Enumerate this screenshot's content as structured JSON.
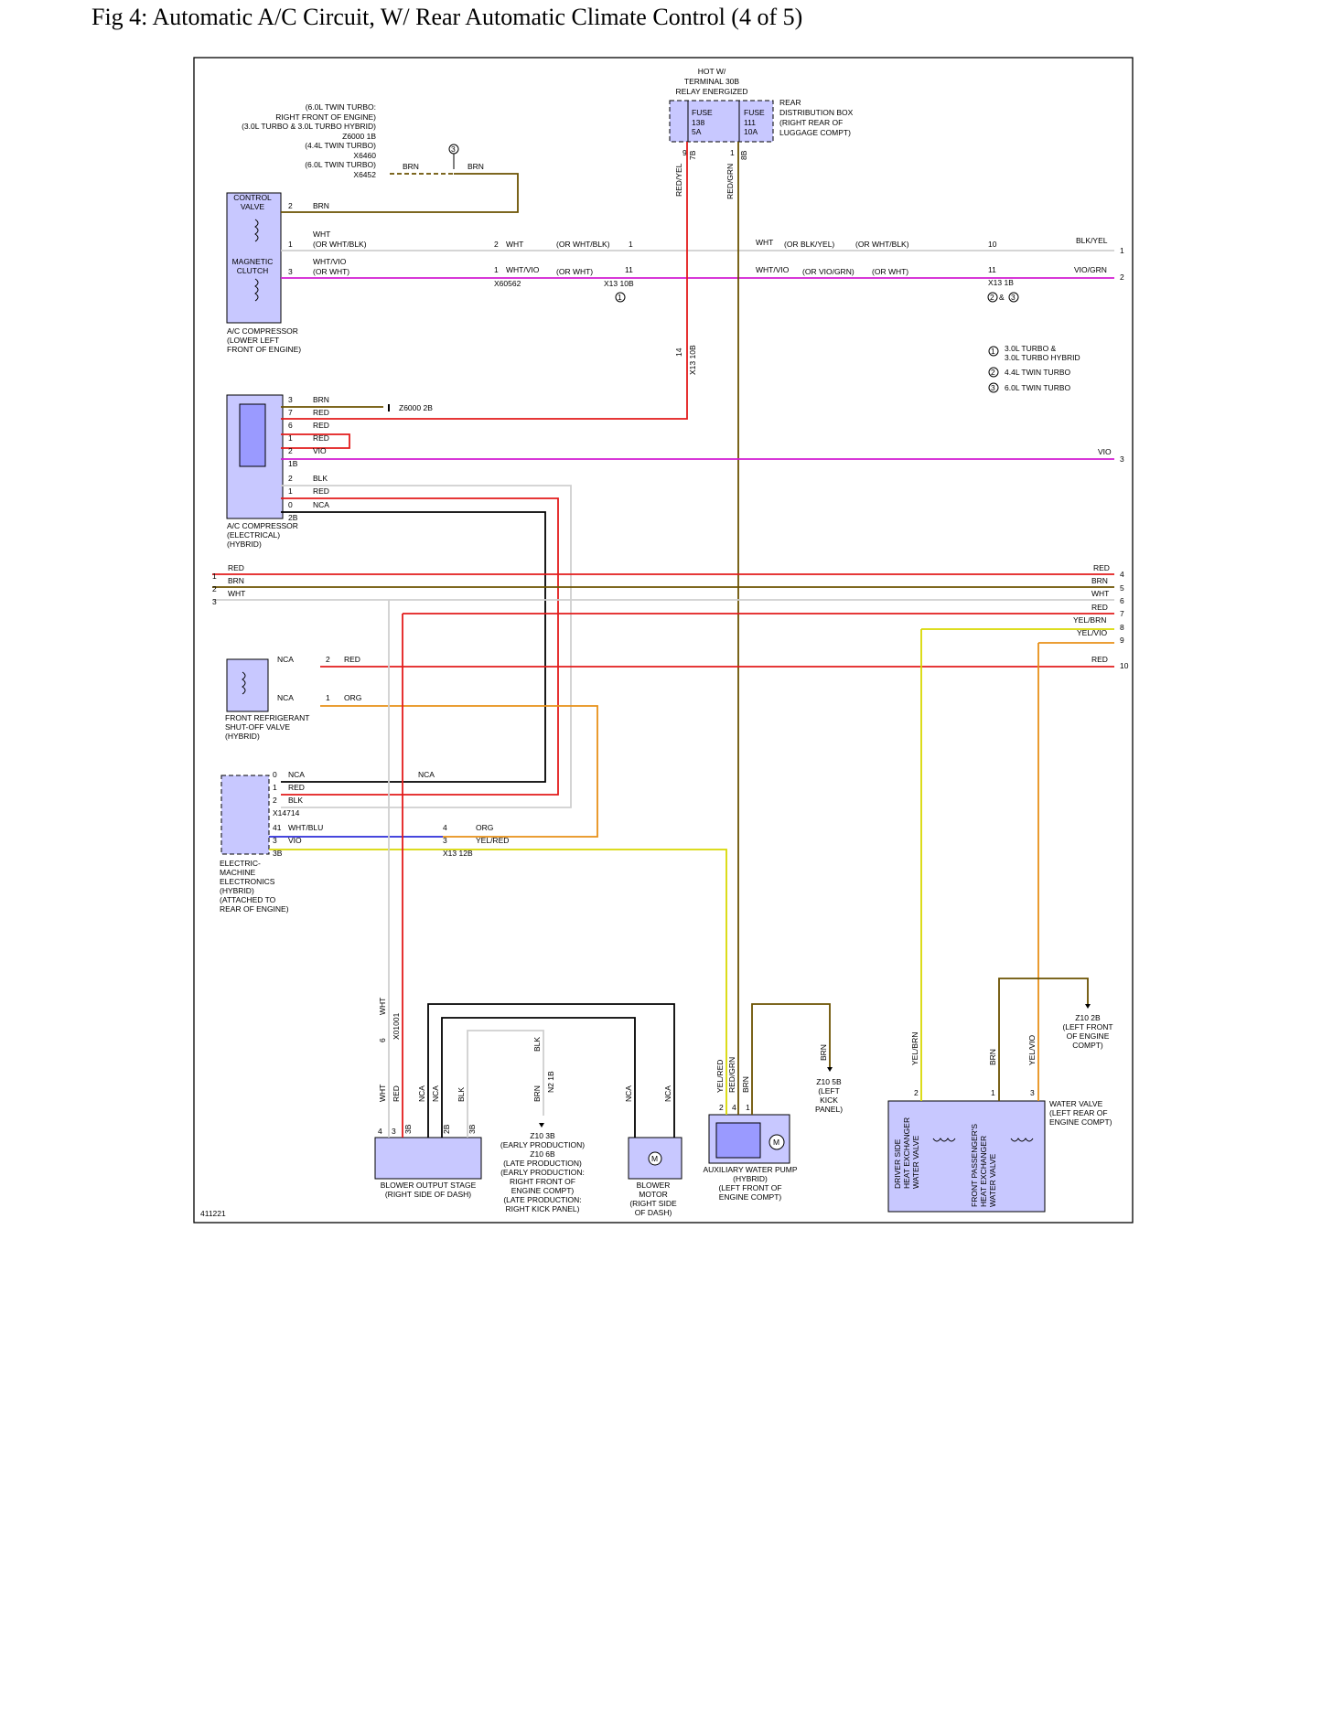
{
  "title": "Fig 4: Automatic A/C Circuit, W/ Rear Automatic Climate Control (4 of 5)",
  "figure_id": "411221",
  "colors": {
    "BRN": "#6b5200",
    "WHT": "#cfcfcf",
    "VIO": "#d21bd2",
    "RED": "#e31b1b",
    "BLK": "#000000",
    "ORG": "#e89018",
    "YEL": "#d8d800",
    "GRN": "#2e8b2e",
    "component": "#c8c8ff"
  },
  "labels": {
    "hot_w": "HOT W/",
    "terminal": "TERMINAL 30B",
    "relay": "RELAY ENERGIZED",
    "fuse": "FUSE",
    "fuse1_num": "138",
    "fuse1_amp": "5A",
    "fuse2_num": "111",
    "fuse2_amp": "10A",
    "rdb1": "REAR",
    "rdb2": "DISTRIBUTION BOX",
    "rdb3": "(RIGHT REAR OF",
    "rdb4": "LUGGAGE COMPT)",
    "n1": "(6.0L TWIN TURBO:",
    "n2": "RIGHT FRONT OF ENGINE)",
    "n3": "(3.0L TURBO & 3.0L TURBO HYBRID)",
    "n4": "Z6000 1B",
    "n5": "(4.4L TWIN TURBO)",
    "n6": "X6460",
    "n7": "(6.0L TWIN TURBO)",
    "n8": "X6452",
    "control_valve1": "CONTROL",
    "control_valve2": "VALVE",
    "mag_clutch1": "MAGNETIC",
    "mag_clutch2": "CLUTCH",
    "acc1": "A/C COMPRESSOR",
    "acc2": "(LOWER LEFT",
    "acc3": "FRONT OF ENGINE)",
    "ace1": "A/C COMPRESSOR",
    "ace2": "(ELECTRICAL)",
    "ace3": "(HYBRID)",
    "frs1": "FRONT REFRIGERANT",
    "frs2": "SHUT-OFF VALVE",
    "frs3": "(HYBRID)",
    "eme1": "ELECTRIC-",
    "eme2": "MACHINE",
    "eme3": "ELECTRONICS",
    "eme4": "(HYBRID)",
    "eme5": "(ATTACHED TO",
    "eme6": "REAR OF ENGINE)",
    "bos1": "BLOWER OUTPUT STAGE",
    "bos2": "(RIGHT SIDE OF DASH)",
    "gnd1": "Z10 3B",
    "gnd2": "(EARLY PRODUCTION)",
    "gnd3": "Z10 6B",
    "gnd4": "(LATE PRODUCTION)",
    "gnd5": "(EARLY PRODUCTION:",
    "gnd6": "RIGHT FRONT OF",
    "gnd7": "ENGINE COMPT)",
    "gnd8": "(LATE PRODUCTION:",
    "gnd9": "RIGHT KICK PANEL)",
    "bm1": "BLOWER",
    "bm2": "MOTOR",
    "bm3": "(RIGHT SIDE",
    "bm4": "OF DASH)",
    "awp1": "AUXILIARY WATER PUMP",
    "awp2": "(HYBRID)",
    "awp3": "(LEFT FRONT OF",
    "awp4": "ENGINE COMPT)",
    "z105b1": "Z10 5B",
    "z105b2": "(LEFT",
    "z105b3": "KICK",
    "z105b4": "PANEL)",
    "z102b1": "Z10 2B",
    "z102b2": "(LEFT FRONT",
    "z102b3": "OF ENGINE",
    "z102b4": "COMPT)",
    "wv1": "WATER VALVE",
    "wv2": "(LEFT REAR OF",
    "wv3": "ENGINE COMPT)",
    "dshe1": "DRIVER SIDE",
    "dshe2": "HEAT EXCHANGER",
    "dshe3": "WATER VALVE",
    "fphe1": "FRONT PASSENGER'S",
    "fphe2": "HEAT EXCHANGER",
    "fphe3": "WATER VALVE",
    "legend1a": "3.0L TURBO &",
    "legend1b": "3.0L TURBO HYBRID",
    "legend2": "4.4L TWIN TURBO",
    "legend3": "6.0L TWIN TURBO",
    "z6000_2b": "Z6000 2B",
    "x60562": "X60562",
    "x13_10b": "X13 10B",
    "x13_1b": "X13 1B",
    "x14714": "X14714",
    "x13_12b": "X13 12B",
    "x01001": "X01001",
    "n2_1b": "N2 1B",
    "c1": "1",
    "c2": "2",
    "c3": "3",
    "c4": "4",
    "c5": "5",
    "c6": "6",
    "c7": "7",
    "c8": "8",
    "c9": "9",
    "c10": "10",
    "c11": "11",
    "c14": "14",
    "c41": "41",
    "c0": "0",
    "c1b": "1B",
    "c2b": "2B",
    "c3b": "3B",
    "c8b": "8B",
    "c7b": "7B",
    "amp2": "&",
    "brn": "BRN",
    "wht": "WHT",
    "red": "RED",
    "vio": "VIO",
    "blk": "BLK",
    "nca": "NCA",
    "org": "ORG",
    "wht_vio": "WHT/VIO",
    "wht_blu": "WHT/BLU",
    "yel_red": "YEL/RED",
    "yel_brn": "YEL/BRN",
    "yel_vio": "YEL/VIO",
    "red_yel": "RED/YEL",
    "red_grn": "RED/GRN",
    "blk_yel": "BLK/YEL",
    "vio_grn": "VIO/GRN",
    "or_wht_blk": "(OR WHT/BLK)",
    "or_wht": "(OR WHT)",
    "or_blk_yel": "(OR BLK/YEL)",
    "or_vio_grn": "(OR VIO/GRN)"
  }
}
